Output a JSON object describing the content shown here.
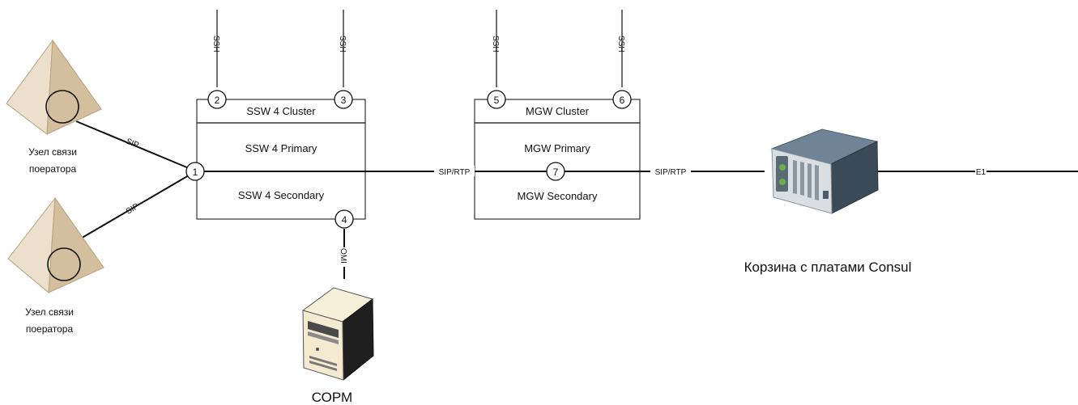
{
  "nodes": {
    "ssw_cluster": {
      "header": "SSW 4 Cluster",
      "primary": "SSW 4 Primary",
      "secondary": "SSW 4 Secondary"
    },
    "mgw_cluster": {
      "header": "MGW Cluster",
      "primary": "MGW Primary",
      "secondary": "MGW Secondary"
    },
    "operator_top": {
      "label_line1": "Узел связи",
      "label_line2": "поератора"
    },
    "operator_bottom": {
      "label_line1": "Узел связи",
      "label_line2": "поератора"
    },
    "consul_rack": {
      "label": "Корзина с платами Consul"
    },
    "sorm": {
      "label": "СОРМ"
    }
  },
  "ports": [
    "1",
    "2",
    "3",
    "4",
    "5",
    "6",
    "7"
  ],
  "links": {
    "sip_top": "SIP",
    "sip_bottom": "SIP",
    "ssh_1": "SSH",
    "ssh_2": "SSH",
    "ssh_3": "SSH",
    "ssh_4": "SSH",
    "sip_rtp_left": "SIP/RTP",
    "sip_rtp_right": "SIP/RTP",
    "omi": "OMI",
    "e1": "E1"
  },
  "colors": {
    "pyramid_light": "#ece0cc",
    "pyramid_mid": "#d8c5a5",
    "pyramid_dark": "#c4ae8a",
    "rack_top": "#6f8597",
    "rack_front": "#d9dee3",
    "server_body": "#f3ead0"
  }
}
